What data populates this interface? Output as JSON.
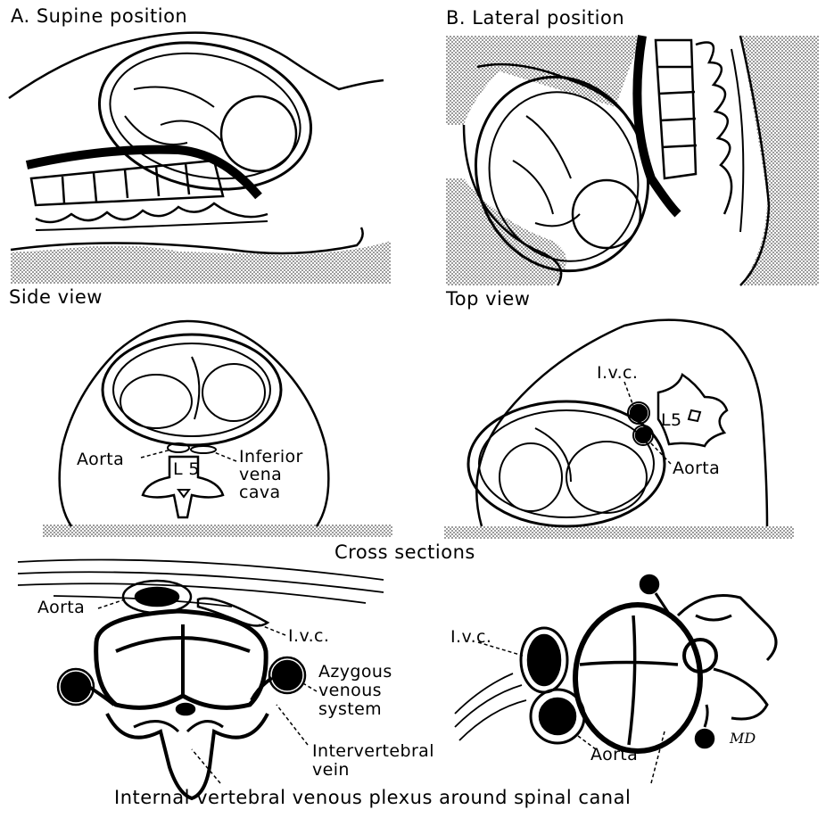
{
  "panels": {
    "a_title": "A. Supine position",
    "b_title": "B. Lateral position",
    "side_view": "Side view",
    "top_view": "Top view",
    "cross_sections": "Cross sections"
  },
  "labels": {
    "aorta_left_mid": "Aorta",
    "l5_left": "L 5",
    "ivc_left_mid": "Inferior vena cava",
    "ivc_right_mid": "I.v.c.",
    "l5_right": "L5",
    "aorta_right_mid": "Aorta",
    "aorta_bottom_left": "Aorta",
    "ivc_bottom_left": "I.v.c.",
    "azygous": "Azygous venous system",
    "intervertebral": "Intervertebral vein",
    "ivc_bottom_right": "I.v.c.",
    "aorta_bottom_right": "Aorta",
    "signature": "MD",
    "plexus": "Internal vertebral venous plexus around spinal canal"
  },
  "colors": {
    "ink": "#000000",
    "paper": "#ffffff",
    "stipple": "#9a9a9a"
  }
}
